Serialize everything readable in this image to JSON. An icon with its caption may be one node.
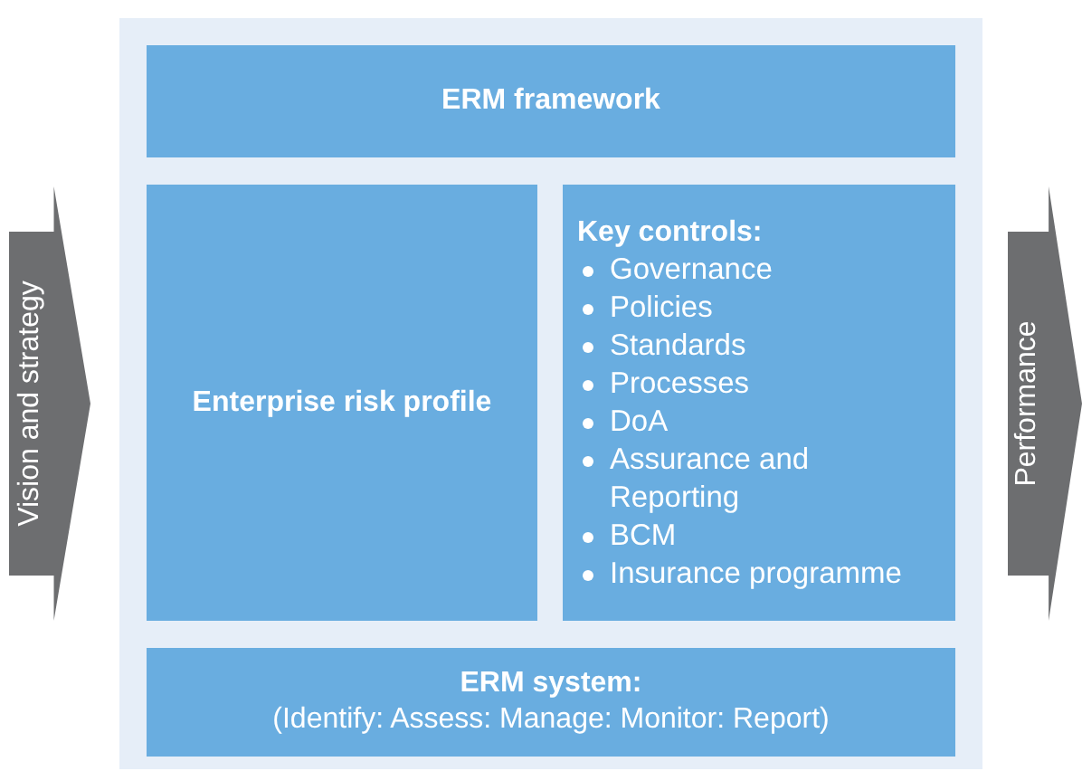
{
  "diagram": {
    "nodes": [
      {
        "text": [
          "Vision and strategy"
        ]
      },
      {
        "text": [],
        "shape": "box"
      },
      {
        "text": [
          "ERM framework"
        ],
        "in": 1
      },
      {
        "text": [
          "Enterprise risk profile"
        ],
        "in": 1
      },
      {
        "text": [
          "Key controls:",
          "Governance",
          "Policies",
          "Standards",
          "Processes",
          "DoA",
          "Assurance and Reporting",
          "BCM",
          "Insurance programme"
        ],
        "in": 1
      },
      {
        "text": [
          "ERM system:",
          "(Identify: Assess: Manage: Monitor: Report)"
        ],
        "in": 1
      },
      {
        "text": [
          "Performance"
        ]
      }
    ]
  }
}
